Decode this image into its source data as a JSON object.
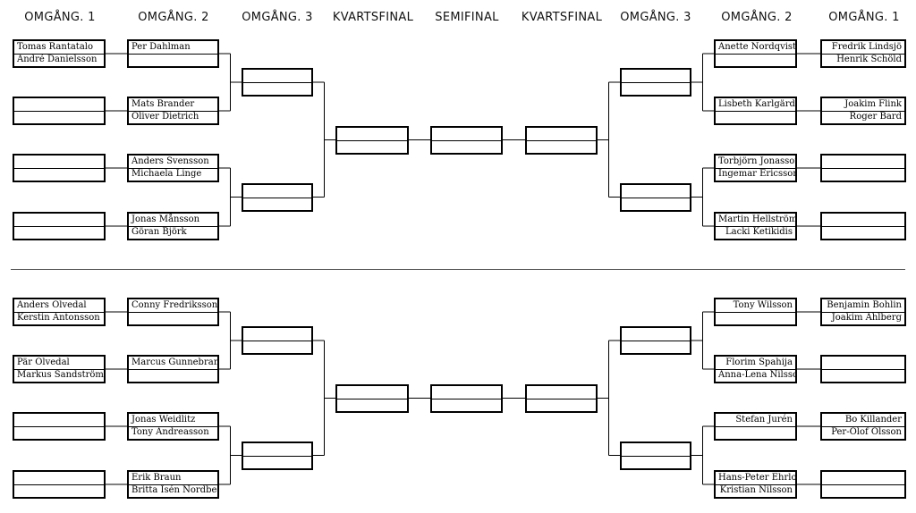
{
  "headers": [
    "OMGÅNG. 1",
    "OMGÅNG. 2",
    "OMGÅNG. 3",
    "KVARTSFINAL",
    "SEMIFINAL",
    "KVARTSFINAL",
    "OMGÅNG. 3",
    "OMGÅNG. 2",
    "OMGÅNG. 1"
  ],
  "top": {
    "left": {
      "r1": [
        [
          "Tomas Rantatalo",
          "André Danielsson"
        ],
        [
          "",
          ""
        ],
        [
          "",
          ""
        ],
        [
          "",
          ""
        ]
      ],
      "r2": [
        [
          "Per Dahlman",
          ""
        ],
        [
          "Mats Brander",
          "Oliver Dietrich"
        ],
        [
          "Anders Svensson",
          "Michaela Linge"
        ],
        [
          "Jonas Månsson",
          "Göran Björk"
        ]
      ],
      "r3": [
        [
          "",
          ""
        ],
        [
          "",
          ""
        ]
      ],
      "qf": [
        [
          "",
          ""
        ]
      ]
    },
    "semi": [
      [
        "",
        ""
      ]
    ],
    "right": {
      "r1": [
        [
          "Fredrik Lindsjö",
          "Henrik Schöld"
        ],
        [
          "Joakim Flink",
          "Roger Bard"
        ],
        [
          "",
          ""
        ],
        [
          "",
          ""
        ]
      ],
      "r2": [
        [
          "Anette Nordqvist",
          ""
        ],
        [
          "Lisbeth Karlgärd",
          ""
        ],
        [
          "Torbjörn Jonasson",
          "Ingemar Ericsson"
        ],
        [
          "Martin Hellström",
          "Lacki Ketikidis"
        ]
      ],
      "r3": [
        [
          "",
          ""
        ],
        [
          "",
          ""
        ]
      ],
      "qf": [
        [
          "",
          ""
        ]
      ]
    }
  },
  "bottom": {
    "left": {
      "r1": [
        [
          "Anders Olvedal",
          "Kerstin Antonsson"
        ],
        [
          "Pär Olvedal",
          "Markus Sandström"
        ],
        [
          "",
          ""
        ],
        [
          "",
          ""
        ]
      ],
      "r2": [
        [
          "Conny Fredriksson",
          ""
        ],
        [
          "Marcus Gunnebrant",
          ""
        ],
        [
          "Jonas Weidlitz",
          "Tony Andreasson"
        ],
        [
          "Erik Braun",
          "Britta Isén Nordbeck"
        ]
      ],
      "r3": [
        [
          "",
          ""
        ],
        [
          "",
          ""
        ]
      ],
      "qf": [
        [
          "",
          ""
        ]
      ]
    },
    "semi": [
      [
        "",
        ""
      ]
    ],
    "right": {
      "r1": [
        [
          "Benjamin Bohlin",
          "Joakim Ahlberg"
        ],
        [
          "",
          ""
        ],
        [
          "Bo Killander",
          "Per-Olof Olsson"
        ],
        [
          "",
          ""
        ]
      ],
      "r2": [
        [
          "Tony Wilsson",
          ""
        ],
        [
          "Florim Spahija",
          "Anna-Lena Nilsson"
        ],
        [
          "Stefan Jurén",
          ""
        ],
        [
          "Hans-Peter Ehrlow",
          "Kristian Nilsson"
        ]
      ],
      "r3": [
        [
          "",
          ""
        ],
        [
          "",
          ""
        ]
      ],
      "qf": [
        [
          "",
          ""
        ]
      ]
    }
  }
}
